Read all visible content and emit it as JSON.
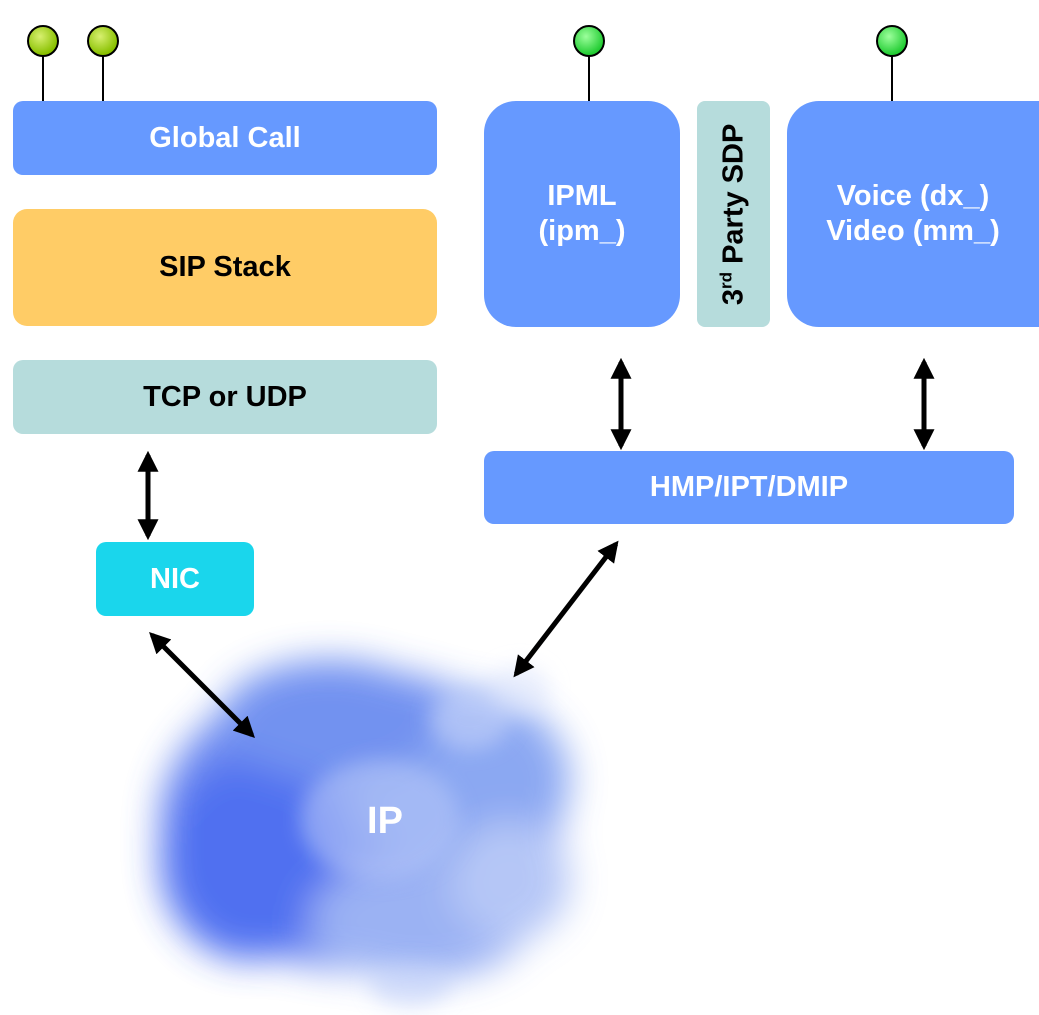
{
  "colors": {
    "box_blue": "#6699ff",
    "box_orange": "#ffcc66",
    "box_teal": "#b6dcdc",
    "box_cyan": "#1ad6ec",
    "handle_green_light": "#99cc00",
    "handle_green_bright": "#33dd44",
    "cloud_blue": "#3366ee",
    "arrow": "#000000"
  },
  "left_stack": {
    "global_call": "Global Call",
    "sip_stack": "SIP Stack",
    "transport": "TCP or UDP",
    "nic": "NIC"
  },
  "right_stack": {
    "ipml": "IPML\n(ipm_)",
    "sdp_prefix": "3",
    "sdp_sup": "rd",
    "sdp_suffix": " Party SDP",
    "voice_video": "Voice (dx_)\nVideo (mm_)",
    "hmp": "HMP/IPT/DMIP"
  },
  "network": {
    "cloud_label": "IP"
  }
}
